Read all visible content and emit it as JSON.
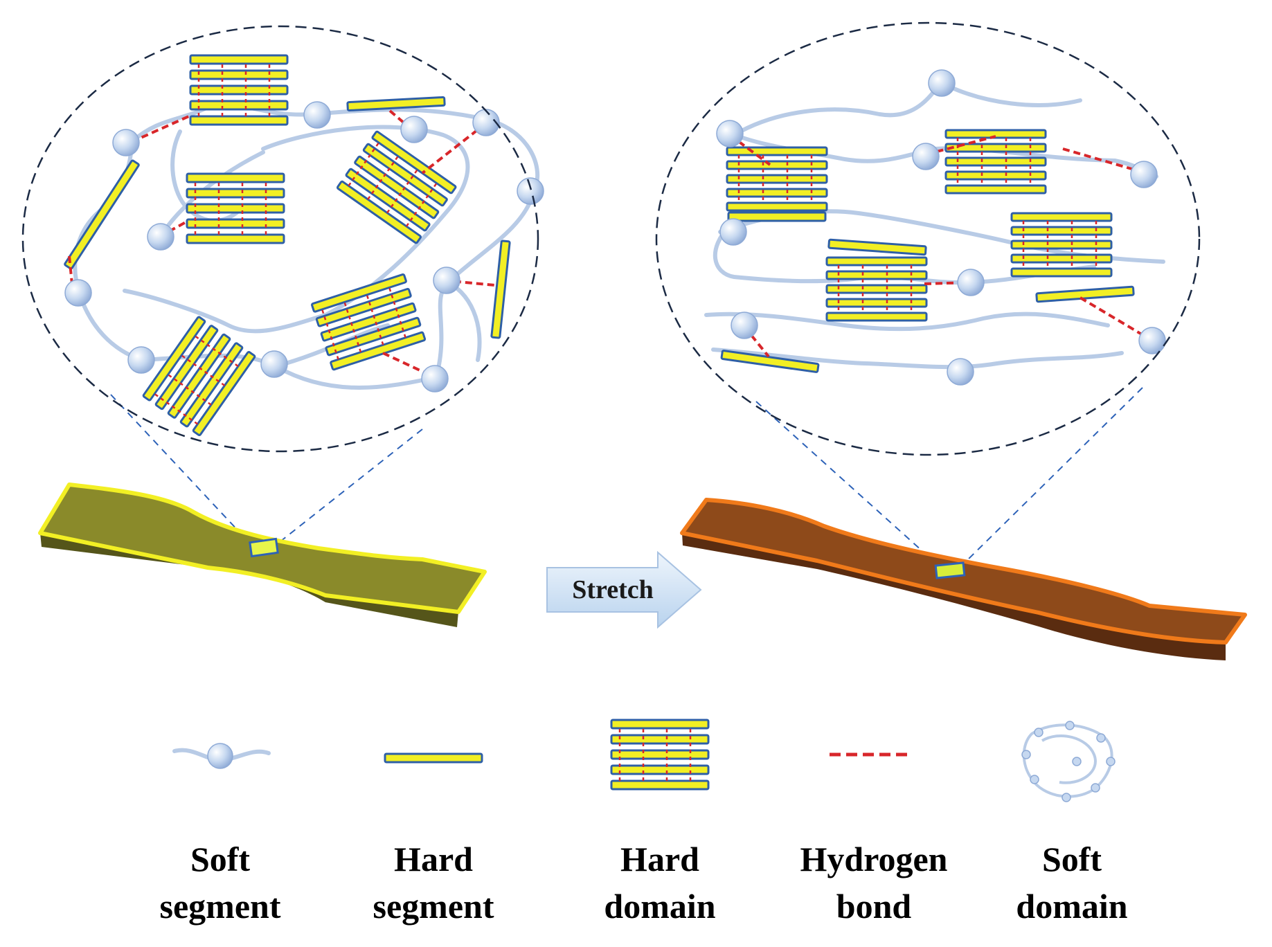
{
  "figure": {
    "arrow_label": "Stretch",
    "colors": {
      "chain": "#b8cbe6",
      "bead_fill": "#d6e4f5",
      "bead_stroke": "#8eaad6",
      "hard_fill": "#f2ef24",
      "hard_stroke": "#2e5fa6",
      "hbond": "#d8262a",
      "zoom_outline": "#1b2a44",
      "zoom_lines": "#2d62b8",
      "sample_before_top": "#8a8a2a",
      "sample_before_outline": "#f2ef24",
      "sample_after_top": "#8e4a1a",
      "sample_after_outline": "#f07a1a",
      "arrow": "#d6e6f6"
    }
  },
  "legend": {
    "items": [
      {
        "line1": "Soft",
        "line2": "segment"
      },
      {
        "line1": "Hard",
        "line2": "segment"
      },
      {
        "line1": "Hard",
        "line2": "domain"
      },
      {
        "line1": "Hydrogen",
        "line2": "bond"
      },
      {
        "line1": "Soft",
        "line2": "domain"
      }
    ]
  }
}
